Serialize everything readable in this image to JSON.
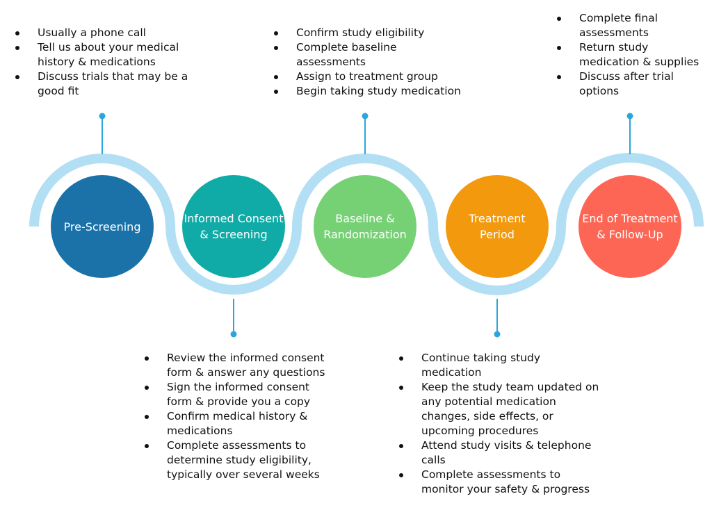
{
  "colors": {
    "wave": "#b3dff4",
    "connector": "#2aa6dc",
    "dot": "#2aa6dc"
  },
  "stages": [
    {
      "label": "Pre-Screening",
      "color": "#1a72a9"
    },
    {
      "label": "Informed Consent\n& Screening",
      "color": "#10aba6"
    },
    {
      "label": "Baseline &\nRandomization",
      "color": "#76d074"
    },
    {
      "label": "Treatment\nPeriod",
      "color": "#f2990d"
    },
    {
      "label": "End of Treatment\n& Follow-Up",
      "color": "#fd6654"
    }
  ],
  "notes": {
    "pre_screening": [
      "Usually a phone call",
      "Tell us about your medical history & medications",
      "Discuss trials that may be a good fit"
    ],
    "consent_screening": [
      "Review the informed consent form & answer any questions",
      "Sign the informed consent form & provide you a copy",
      "Confirm medical history & medications",
      "Complete assessments to determine study eligibility, typically over several weeks"
    ],
    "baseline": [
      "Confirm study eligibility",
      "Complete baseline assessments",
      "Assign to treatment group",
      "Begin taking study medication"
    ],
    "treatment": [
      "Continue taking study medication",
      "Keep the study team updated on any potential medication changes, side effects, or upcoming procedures",
      "Attend study visits & telephone calls",
      "Complete assessments to monitor your safety & progress"
    ],
    "end_of_treatment": [
      "Complete final assessments",
      "Return study medication & supplies",
      "Discuss after trial options"
    ]
  }
}
